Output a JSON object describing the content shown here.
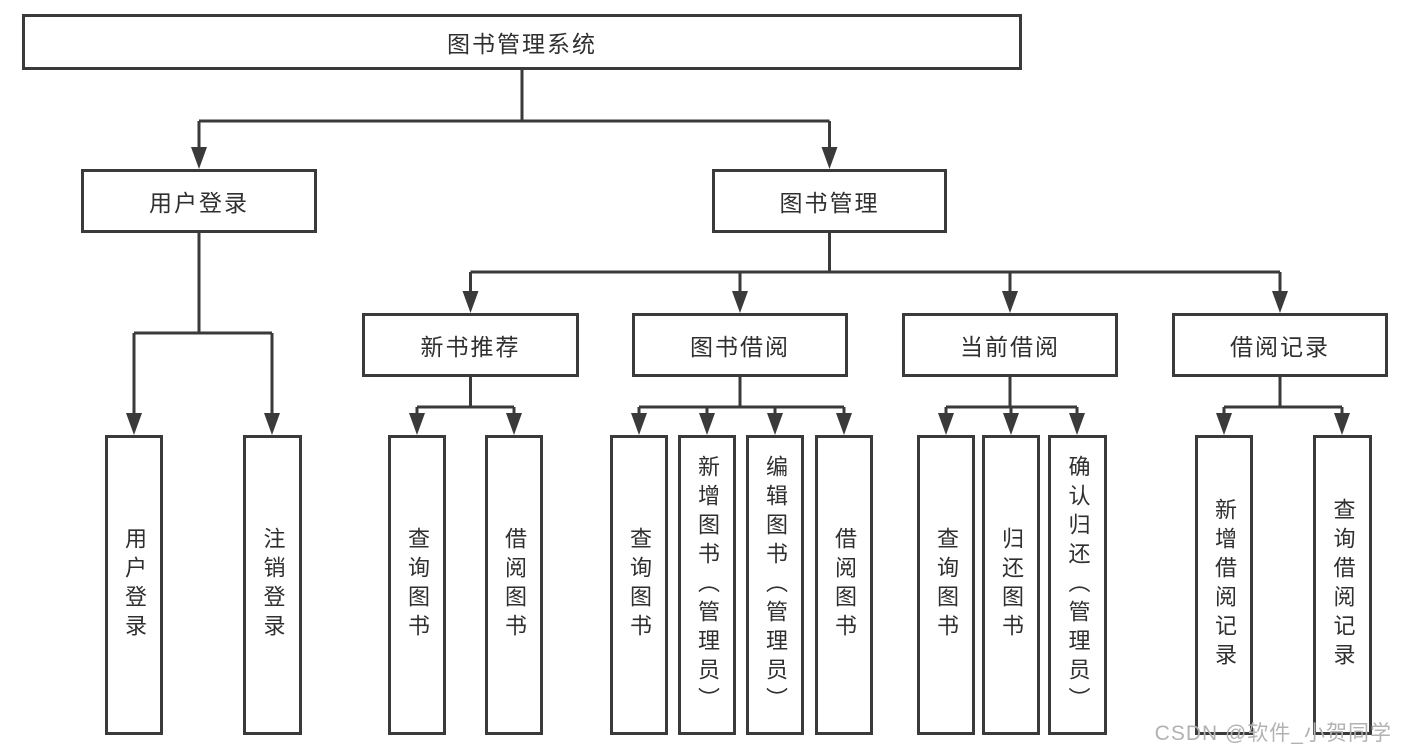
{
  "nodes": {
    "root": "图书管理系统",
    "l2_user_login": "用户登录",
    "l2_book_mgmt": "图书管理",
    "l3_new_books": "新书推荐",
    "l3_book_borrow": "图书借阅",
    "l3_current_borrow": "当前借阅",
    "l3_borrow_records": "借阅记录",
    "leaf_user_login": "用户登录",
    "leaf_logout": "注销登录",
    "leaf_nb_query": "查询图书",
    "leaf_nb_borrow": "借阅图书",
    "leaf_bb_query": "查询图书",
    "leaf_bb_add": "新增图书（管理员）",
    "leaf_bb_edit": "编辑图书（管理员）",
    "leaf_bb_borrow": "借阅图书",
    "leaf_cb_query": "查询图书",
    "leaf_cb_return": "归还图书",
    "leaf_cb_confirm": "确认归还（管理员）",
    "leaf_br_add": "新增借阅记录",
    "leaf_br_query": "查询借阅记录"
  },
  "hierarchy": {
    "图书管理系统": {
      "用户登录": [
        "用户登录",
        "注销登录"
      ],
      "图书管理": {
        "新书推荐": [
          "查询图书",
          "借阅图书"
        ],
        "图书借阅": [
          "查询图书",
          "新增图书（管理员）",
          "编辑图书（管理员）",
          "借阅图书"
        ],
        "当前借阅": [
          "查询图书",
          "归还图书",
          "确认归还（管理员）"
        ],
        "借阅记录": [
          "新增借阅记录",
          "查询借阅记录"
        ]
      }
    }
  },
  "watermark": {
    "text": "CSDN @软件_小贺同学"
  },
  "colors": {
    "line": "#3a3a3a",
    "box_border": "#3a3a3a",
    "text": "#2f2f2f",
    "watermark": "#b2b2b2",
    "background": "#ffffff"
  }
}
